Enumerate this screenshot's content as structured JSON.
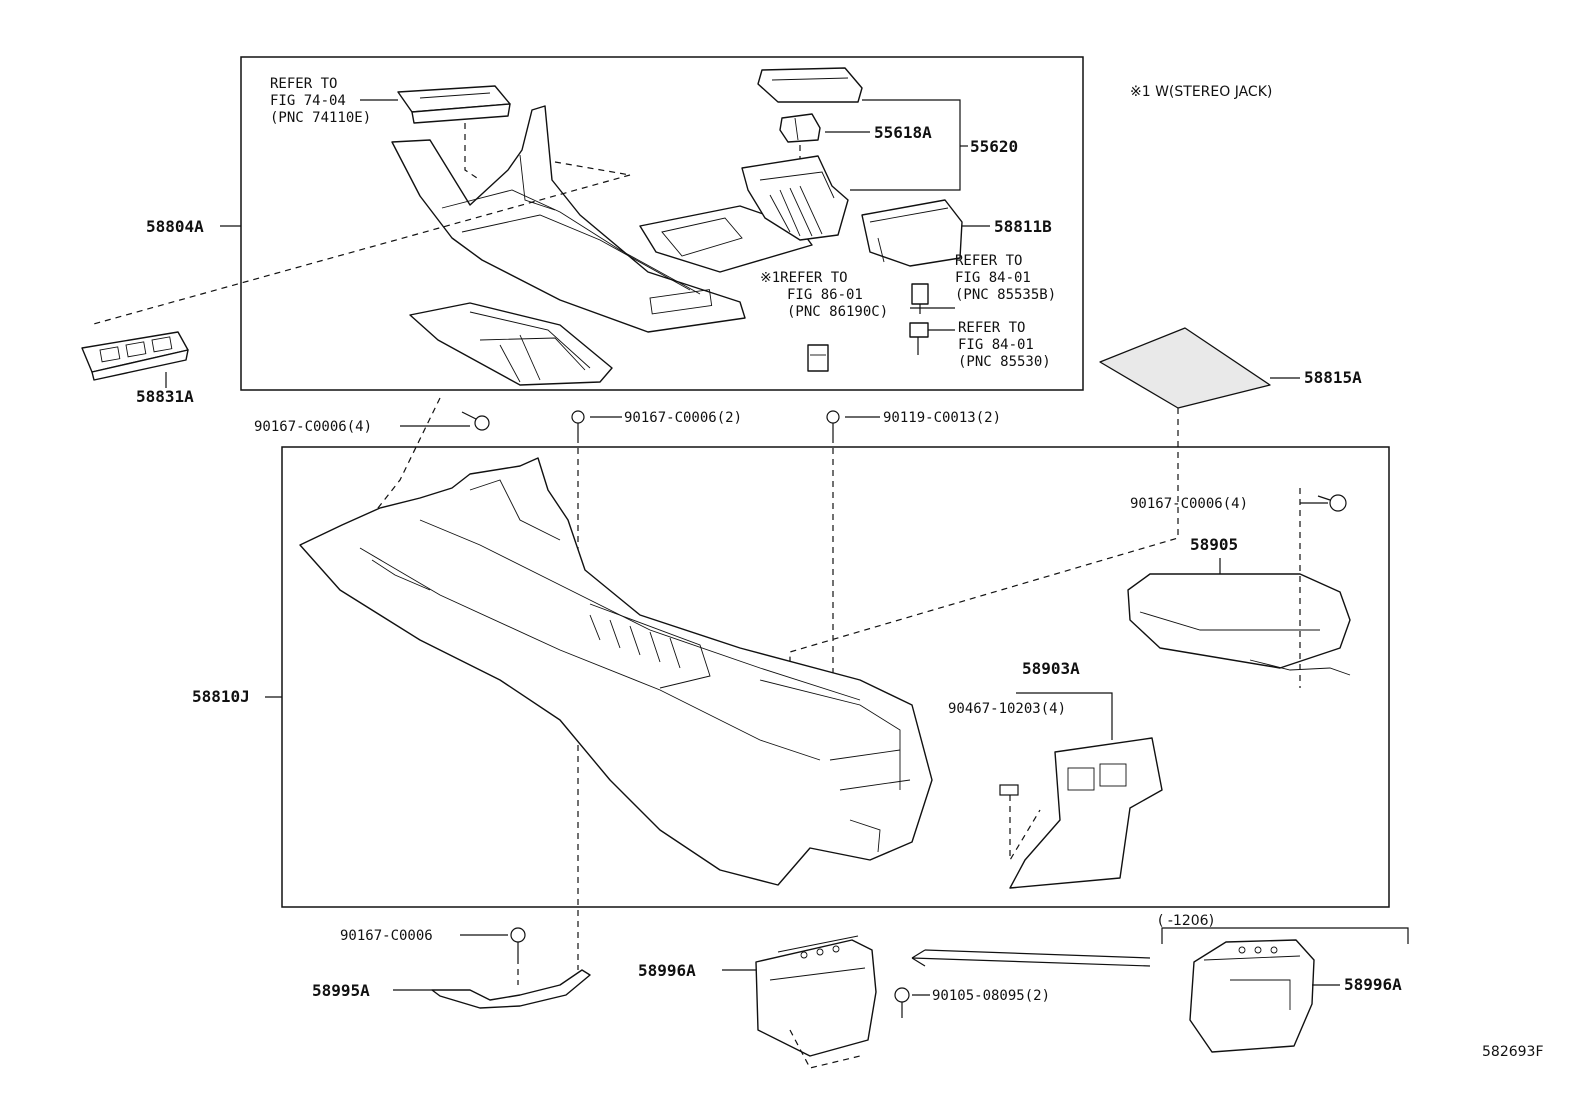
{
  "note": {
    "stereo_jack": "※1 W(STEREO JACK)"
  },
  "refs": {
    "fig7404": [
      "REFER TO",
      "FIG 74-04",
      "(PNC 74110E)"
    ],
    "fig8601": [
      "※1REFER TO",
      "FIG 86-01",
      "(PNC 86190C)"
    ],
    "fig8401a": [
      "REFER TO",
      "FIG 84-01",
      "(PNC 85535B)"
    ],
    "fig8401b": [
      "REFER TO",
      "FIG 84-01",
      "(PNC 85530)"
    ]
  },
  "parts": {
    "p58804A": "58804A",
    "p55618A": "55618A",
    "p55620": "55620",
    "p58811B": "58811B",
    "p58831A": "58831A",
    "p58815A": "58815A",
    "p58810J": "58810J",
    "p58905": "58905",
    "p58903A": "58903A",
    "p58995A": "58995A",
    "p58996A_left": "58996A",
    "p58996A_right": "58996A"
  },
  "fasteners": {
    "f1": "90167-C0006(4)",
    "f2": "90167-C0006(2)",
    "f3": "90119-C0013(2)",
    "f4": "90167-C0006(4)",
    "f5": "90467-10203(4)",
    "f6": "90167-C0006",
    "f7": "90105-08095(2)"
  },
  "range_note": "(    -1206)",
  "figure_id": "582693F"
}
